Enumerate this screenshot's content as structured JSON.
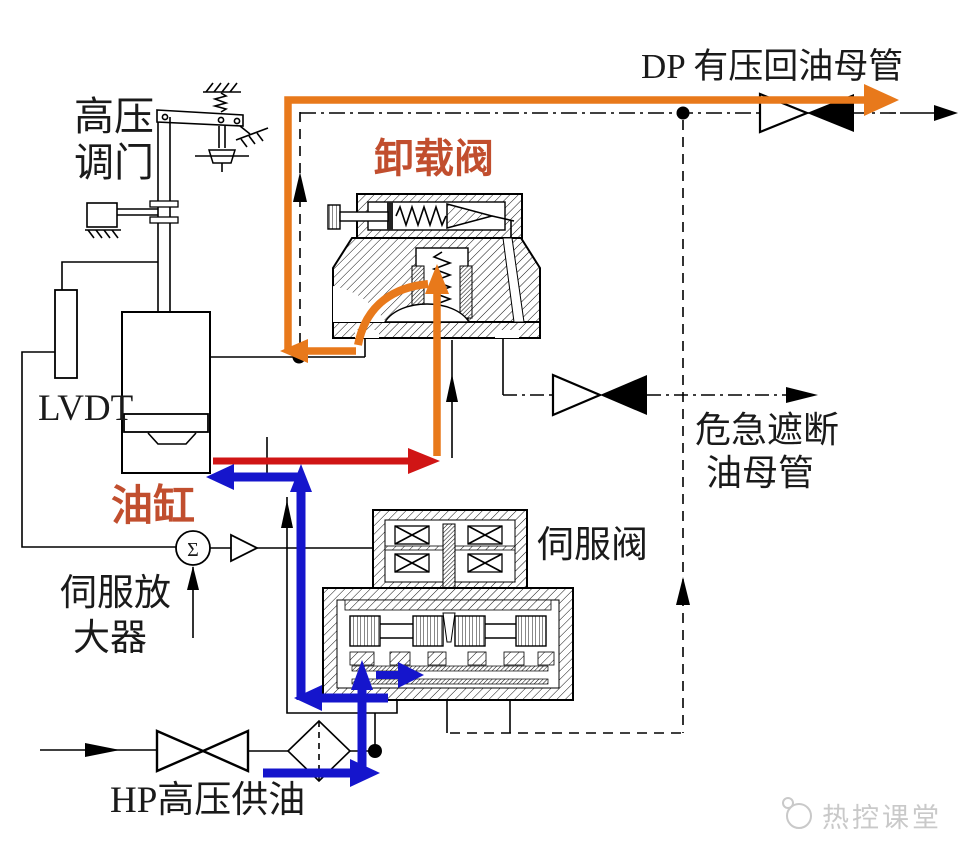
{
  "labels": {
    "dp_header": "DP 有压回油母管",
    "hp_valve_line1": "高压",
    "hp_valve_line2": "调门",
    "unloading_valve": "卸载阀",
    "lvdt": "LVDT",
    "cylinder": "油缸",
    "servo_amp_line1": "伺服放",
    "servo_amp_line2": "大器",
    "summator_symbol": "Σ",
    "servo_valve": "伺服阀",
    "emergency_line1": "危急遮断",
    "emergency_line2": "油母管",
    "hp_supply": "HP高压供油",
    "watermark": "热控课堂"
  },
  "colors": {
    "flow_return_orange": "#E8791B",
    "flow_pressure_red": "#D01515",
    "flow_supply_blue": "#1515CC",
    "label_accent": "#C14E2E",
    "watermark_gray": "#C9C9C9",
    "line_black": "#000000"
  }
}
